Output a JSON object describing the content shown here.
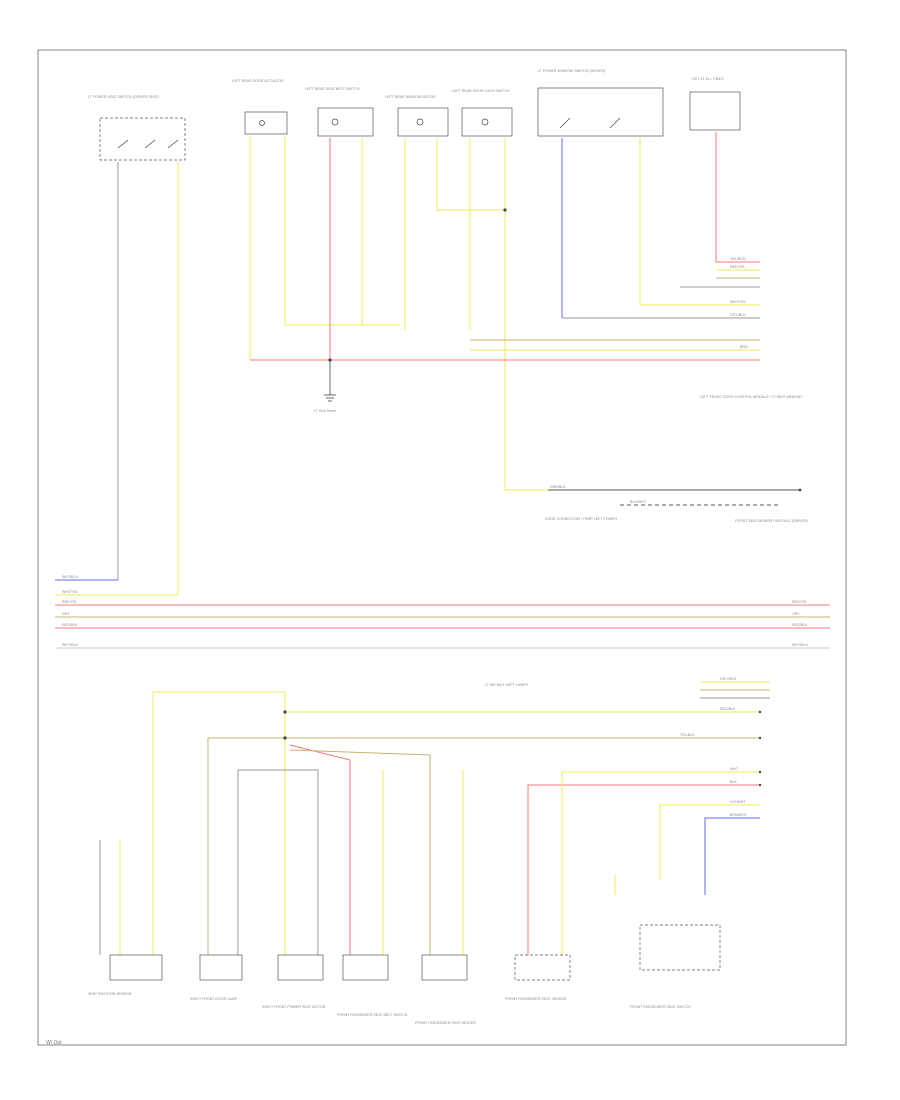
{
  "colors": {
    "yellow": "#eeee55",
    "red": "#ff7777",
    "blue": "#6666ff",
    "tan": "#c8b46e",
    "gray": "#9a9a9a",
    "line": "#555555",
    "pale_yellow": "#f3f07a"
  },
  "footer": {
    "tag": "W/ Opt"
  },
  "bus_labels": {
    "left": [
      "WHT/BLU",
      "WHT/YEL",
      "RED/YEL",
      "GRY",
      "RED/BLK",
      "WHT/BLK"
    ],
    "right": [
      "RED/YEL",
      "GRY",
      "RED/BLK",
      "WHT/BLK"
    ]
  },
  "notes": {
    "ground_left": "LT Kick Panel",
    "panel_upper_right": "LEFT FRONT DOOR CONTROL MODULE / LT SEAT MEMORY",
    "mid_caption": "DOOR CONNECTOR / TEMP LEFT POWER",
    "mid_right": "FRONT SEAT MEMORY MODULE (DRIVER)",
    "right_ground": "LT AIR BAG SOFT LAMPS"
  },
  "components_top": [
    "LT POWER SEAT SWITCH (DRIVER SEAT)",
    "LEFT REAR DOOR ACTUATOR",
    "LEFT REAR SEAT BELT SWITCH",
    "LEFT REAR WINDOW MOTOR",
    "LEFT REAR DOOR LOCK SWITCH",
    "LT POWER WINDOW SWITCH (DRIVER)",
    "HOT AT ALL TIMES"
  ],
  "components_bottom": [
    "SEAT POSITION SENSOR",
    "RIGHT FRONT DOOR LAMP",
    "RIGHT FRONT POWER SEAT MOTOR",
    "FRONT PASSENGER SEAT BELT SWITCH",
    "FRONT PASSENGER SEAT HEATER",
    "FRONT PASSENGER SEAT SENSOR",
    "FRONT PASSENGER SEAT SWITCH"
  ],
  "wire_tags": [
    "YEL/RED",
    "RED/YEL",
    "WHT/YEL",
    "GRY/BLK",
    "BRN",
    "GRN/BLK",
    "BLU/WHT",
    "RED/BLK",
    "YEL/BLK",
    "WHT",
    "BLK",
    "VIO/WHT",
    "BRN/WHT",
    "GRY/RED"
  ]
}
